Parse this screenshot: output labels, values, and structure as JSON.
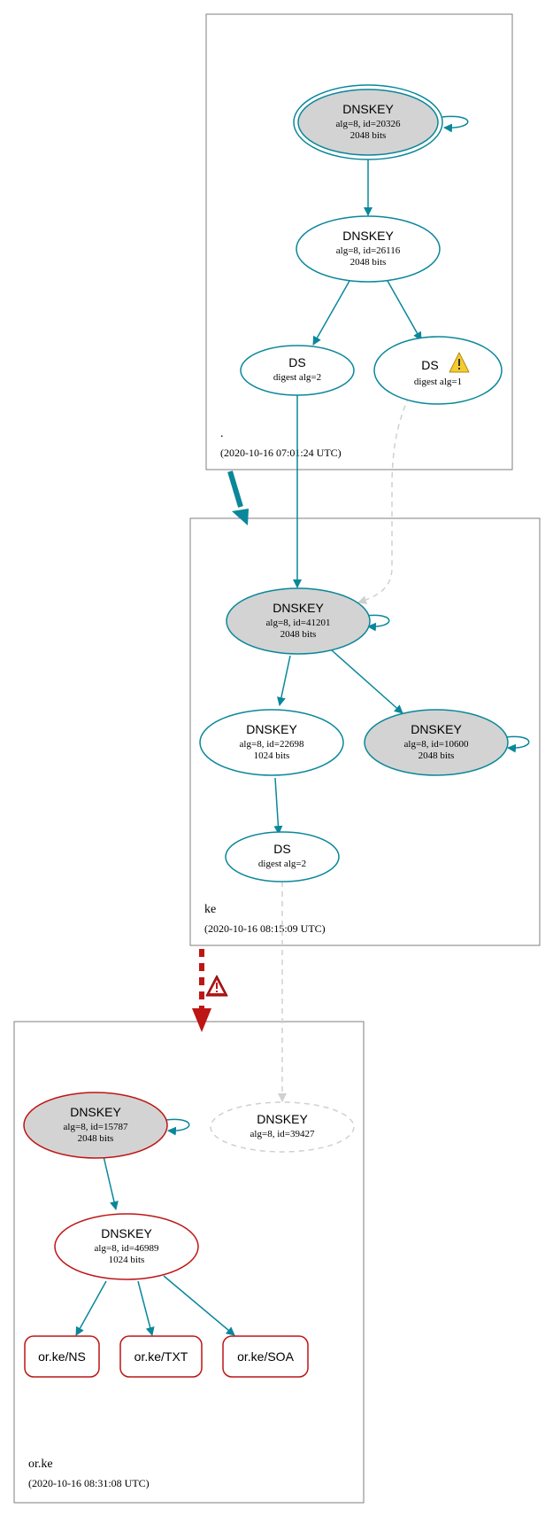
{
  "zones": [
    {
      "id": "root",
      "name": ".",
      "timestamp": "(2020-10-16 07:01:24 UTC)"
    },
    {
      "id": "ke",
      "name": "ke",
      "timestamp": "(2020-10-16 08:15:09 UTC)"
    },
    {
      "id": "orke",
      "name": "or.ke",
      "timestamp": "(2020-10-16 08:31:08 UTC)"
    }
  ],
  "nodes": {
    "root_ksk": {
      "title": "DNSKEY",
      "line1": "alg=8, id=20326",
      "line2": "2048 bits"
    },
    "root_zsk": {
      "title": "DNSKEY",
      "line1": "alg=8, id=26116",
      "line2": "2048 bits"
    },
    "root_ds2": {
      "title": "DS",
      "line1": "digest alg=2"
    },
    "root_ds1": {
      "title": "DS",
      "line1": "digest alg=1"
    },
    "ke_ksk": {
      "title": "DNSKEY",
      "line1": "alg=8, id=41201",
      "line2": "2048 bits"
    },
    "ke_zsk": {
      "title": "DNSKEY",
      "line1": "alg=8, id=22698",
      "line2": "1024 bits"
    },
    "ke_ksk2": {
      "title": "DNSKEY",
      "line1": "alg=8, id=10600",
      "line2": "2048 bits"
    },
    "ke_ds": {
      "title": "DS",
      "line1": "digest alg=2"
    },
    "orke_ksk": {
      "title": "DNSKEY",
      "line1": "alg=8, id=15787",
      "line2": "2048 bits"
    },
    "orke_missing": {
      "title": "DNSKEY",
      "line1": "alg=8, id=39427"
    },
    "orke_zsk": {
      "title": "DNSKEY",
      "line1": "alg=8, id=46989",
      "line2": "1024 bits"
    },
    "rr_ns": {
      "label": "or.ke/NS"
    },
    "rr_txt": {
      "label": "or.ke/TXT"
    },
    "rr_soa": {
      "label": "or.ke/SOA"
    }
  },
  "colors": {
    "secure_edge": "#0a879a",
    "bogus": "#be1515",
    "insecure_dashed": "#d0d0d0",
    "ksk_fill": "#d3d3d3",
    "zone_border": "#7f7f7f",
    "warning_yellow": "#f4cc2f"
  },
  "icons": {
    "warning": "warning-icon",
    "error": "error-icon"
  }
}
